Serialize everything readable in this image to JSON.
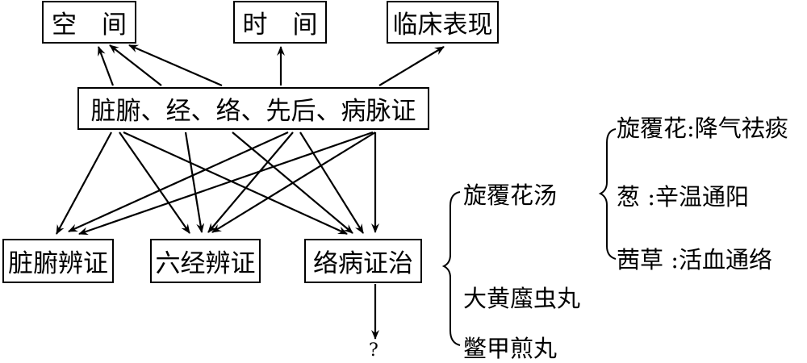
{
  "nodes": {
    "space": "空　间",
    "time": "时　间",
    "clinical": "临床表现",
    "center": "脏腑、经、络、先后、病脉证",
    "zangfu": "脏腑辨证",
    "liujing": "六经辨证",
    "luobing": "络病证治",
    "unknown": "?"
  },
  "formulas": {
    "items": [
      "旋覆花汤",
      "大黄䗪虫丸",
      "鳖甲煎丸"
    ]
  },
  "herbs": {
    "items": [
      "旋覆花:降气祛痰",
      "葱 :辛温通阳",
      "茜草 :活血通络"
    ]
  },
  "edges": [
    {
      "from": "center",
      "to": "space"
    },
    {
      "from": "center",
      "to": "space"
    },
    {
      "from": "center",
      "to": "space"
    },
    {
      "from": "center",
      "to": "time"
    },
    {
      "from": "center",
      "to": "clinical"
    },
    {
      "from": "center",
      "to": "zangfu"
    },
    {
      "from": "center",
      "to": "liujing"
    },
    {
      "from": "center",
      "to": "luobing"
    },
    {
      "from": "center",
      "to": "liujing"
    },
    {
      "from": "center",
      "to": "luobing"
    },
    {
      "from": "center",
      "to": "zangfu"
    },
    {
      "from": "center",
      "to": "liujing"
    },
    {
      "from": "center",
      "to": "luobing"
    },
    {
      "from": "center",
      "to": "zangfu"
    },
    {
      "from": "center",
      "to": "liujing"
    },
    {
      "from": "center",
      "to": "luobing"
    },
    {
      "from": "luobing",
      "to": "unknown"
    }
  ]
}
